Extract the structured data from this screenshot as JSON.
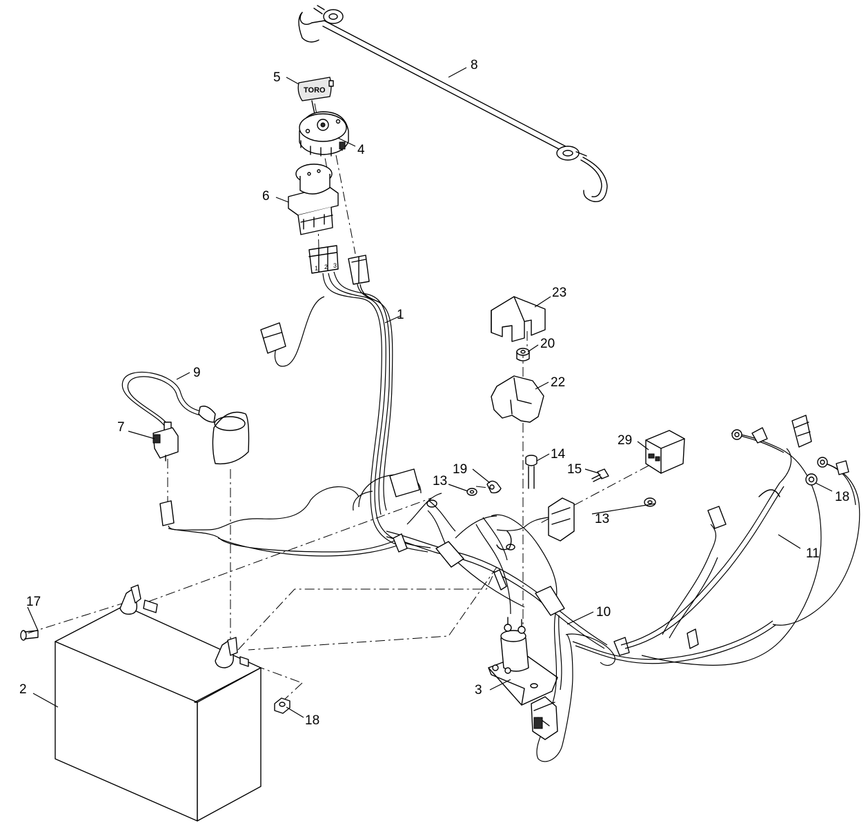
{
  "diagram": {
    "callouts": [
      {
        "id": "c1",
        "label": "1"
      },
      {
        "id": "c2",
        "label": "2"
      },
      {
        "id": "c3",
        "label": "3"
      },
      {
        "id": "c4",
        "label": "4"
      },
      {
        "id": "c5",
        "label": "5"
      },
      {
        "id": "c6",
        "label": "6"
      },
      {
        "id": "c7",
        "label": "7"
      },
      {
        "id": "c8",
        "label": "8"
      },
      {
        "id": "c9",
        "label": "9"
      },
      {
        "id": "c10",
        "label": "10"
      },
      {
        "id": "c11",
        "label": "11"
      },
      {
        "id": "c13a",
        "label": "13"
      },
      {
        "id": "c13b",
        "label": "13"
      },
      {
        "id": "c14",
        "label": "14"
      },
      {
        "id": "c15",
        "label": "15"
      },
      {
        "id": "c17",
        "label": "17"
      },
      {
        "id": "c18a",
        "label": "18"
      },
      {
        "id": "c18b",
        "label": "18"
      },
      {
        "id": "c19",
        "label": "19"
      },
      {
        "id": "c20",
        "label": "20"
      },
      {
        "id": "c22",
        "label": "22"
      },
      {
        "id": "c23",
        "label": "23"
      },
      {
        "id": "c29",
        "label": "29"
      }
    ],
    "key_brand": "TORO",
    "switch_terminals": [
      "1",
      "2",
      "3"
    ]
  }
}
